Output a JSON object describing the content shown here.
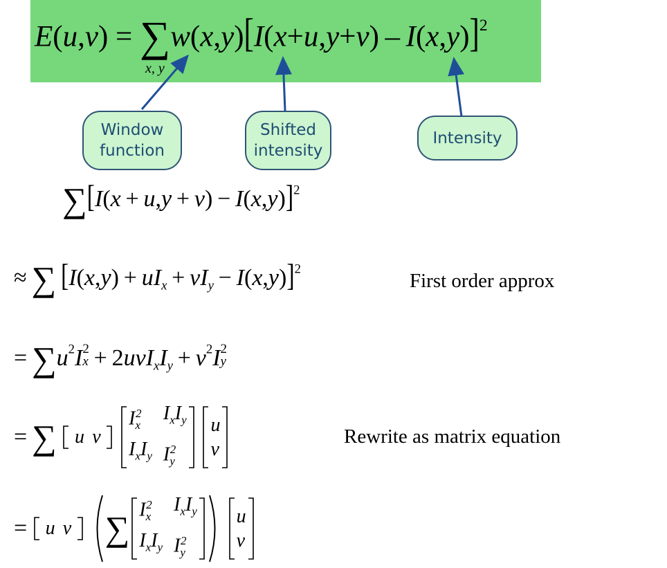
{
  "bubbles": {
    "window_line1": "Window",
    "window_line2": "function",
    "shifted_line1": "Shifted",
    "shifted_line2": "intensity",
    "intensity": "Intensity"
  },
  "annotations": {
    "first_order": "First order approx",
    "matrix_eq": "Rewrite as matrix equation"
  },
  "colors": {
    "banner": "#76d87b",
    "bubble_fill": "#cdf5cf",
    "bubble_border": "#2e5576",
    "bubble_text": "#1e4d74",
    "arrow": "#1f4e99"
  }
}
